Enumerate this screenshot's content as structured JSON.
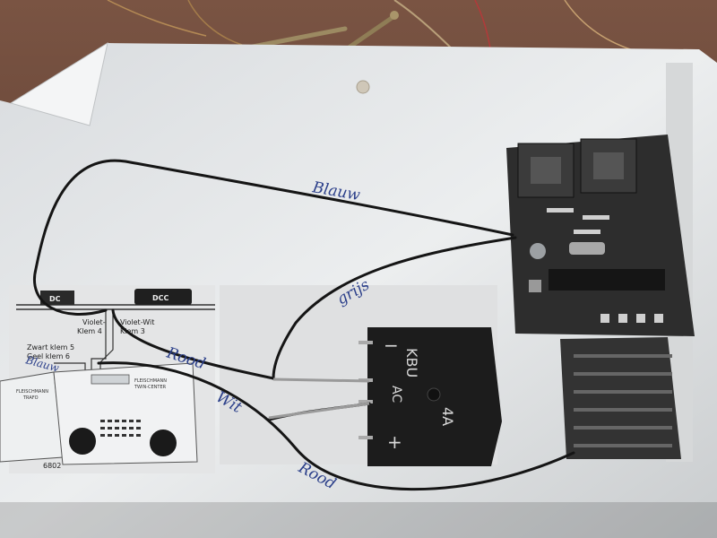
{
  "handwritten": {
    "blauw": "Blauw",
    "grijs": "grijs",
    "rood_upper": "Rood",
    "wit": "Wit",
    "rood_lower": "Rood",
    "blauw_left": "Blauw"
  },
  "diagram": {
    "loco_dc_label": "DC",
    "loco_dcc_label": "DCC",
    "violet_klem4": "Violet-",
    "klem4": "Klem 4",
    "violet_wit": "Violet-Wit",
    "klem3": "Klem 3",
    "zwart_klem5": "Zwart klem 5",
    "geel_klem6": "Geel klem 6",
    "transformer_brand": "FLEISCHMANN",
    "transformer_sub": "TRAFO",
    "controller_brand": "FLEISCHMANN",
    "controller_sub": "TWIN-CENTER",
    "model_number": "6802"
  },
  "rectifier": {
    "minus": "−",
    "plus": "+",
    "brand": "KBU",
    "ac": "AC",
    "rating": "4A"
  },
  "colors": {
    "paper": "#e6e8ea",
    "wire": "#151515",
    "ink": "#2b3f8a",
    "rectifier": "#1c1c1c",
    "pcb": "#2a2a2a"
  }
}
